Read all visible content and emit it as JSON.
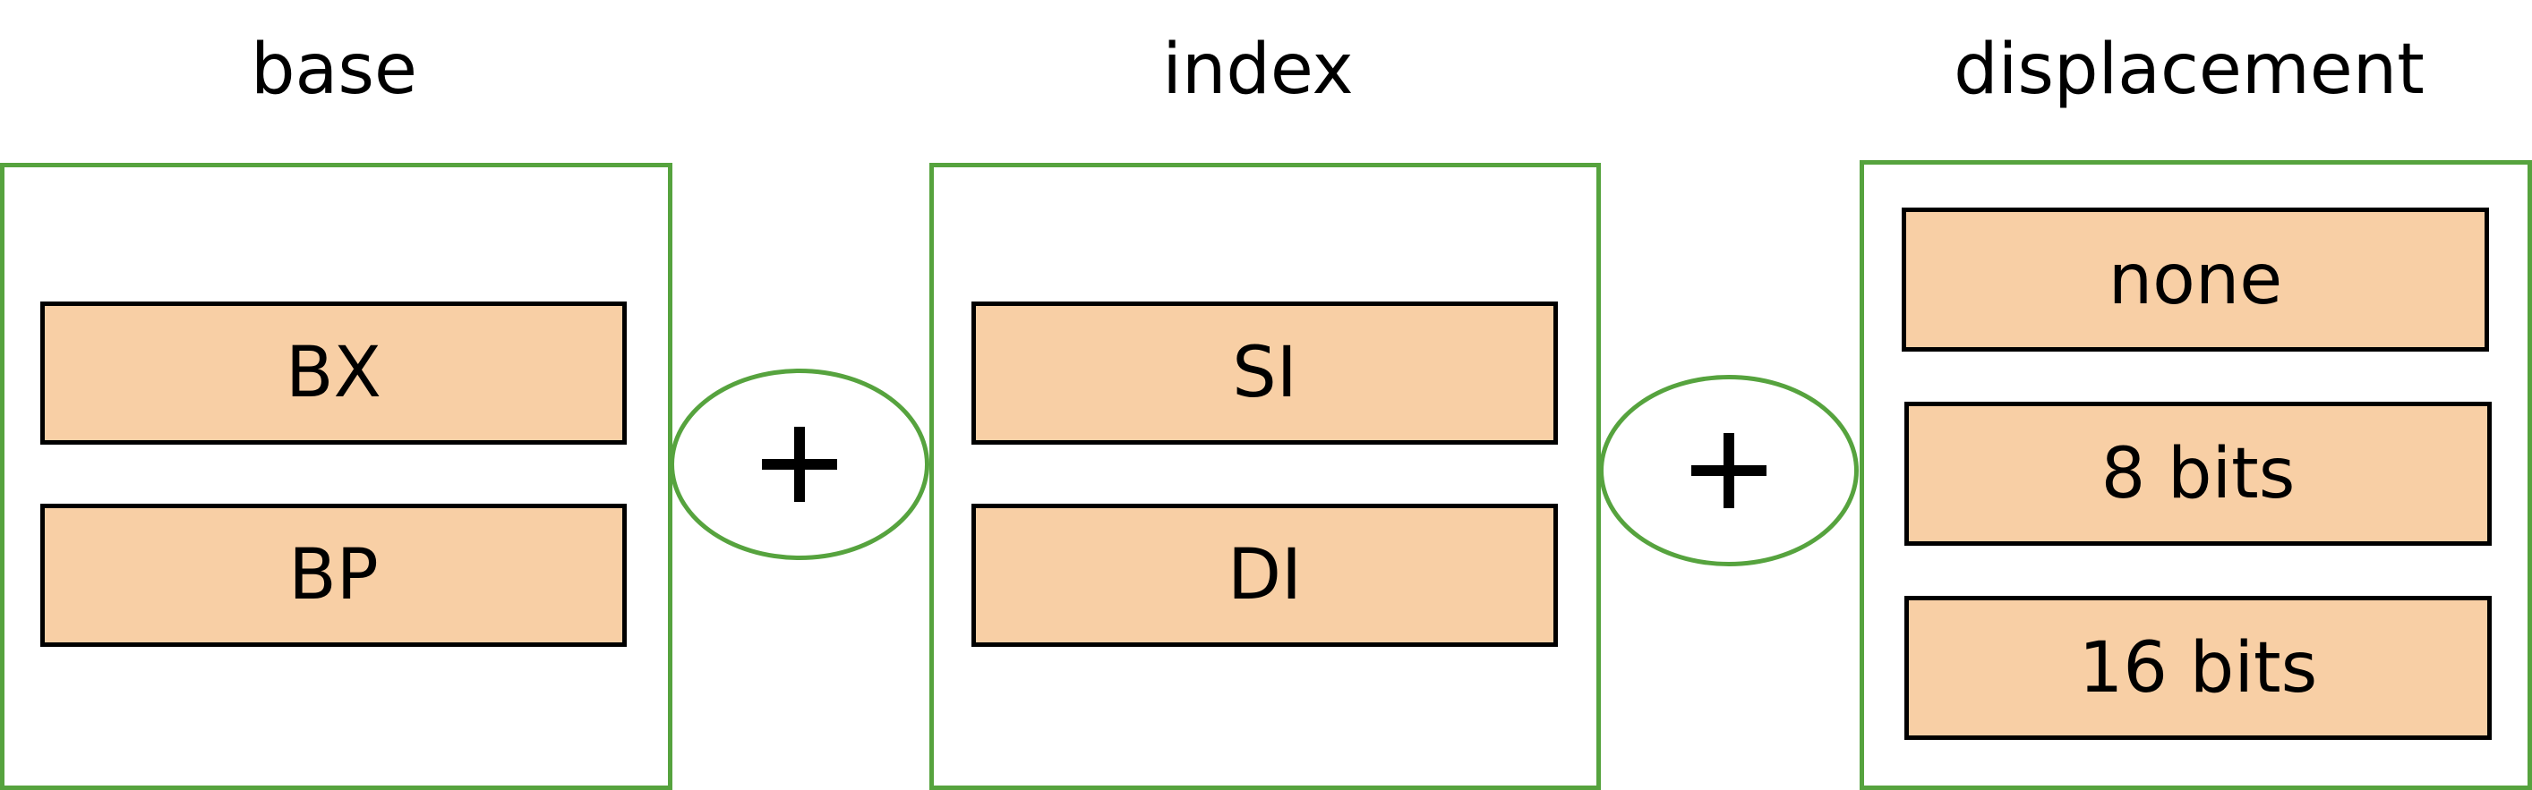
{
  "diagram": {
    "columns": [
      {
        "title": "base",
        "options": [
          "BX",
          "BP"
        ]
      },
      {
        "title": "index",
        "options": [
          "SI",
          "DI"
        ]
      },
      {
        "title": "displacement",
        "options": [
          "none",
          "8 bits",
          "16 bits"
        ]
      }
    ],
    "operators": [
      "+",
      "+"
    ]
  },
  "colors": {
    "group_border": "#56a33e",
    "cell_fill": "#f8cfa5",
    "cell_border": "#000000",
    "text": "#000000",
    "background": "#ffffff"
  },
  "icons": {
    "operator": "plus-icon"
  }
}
